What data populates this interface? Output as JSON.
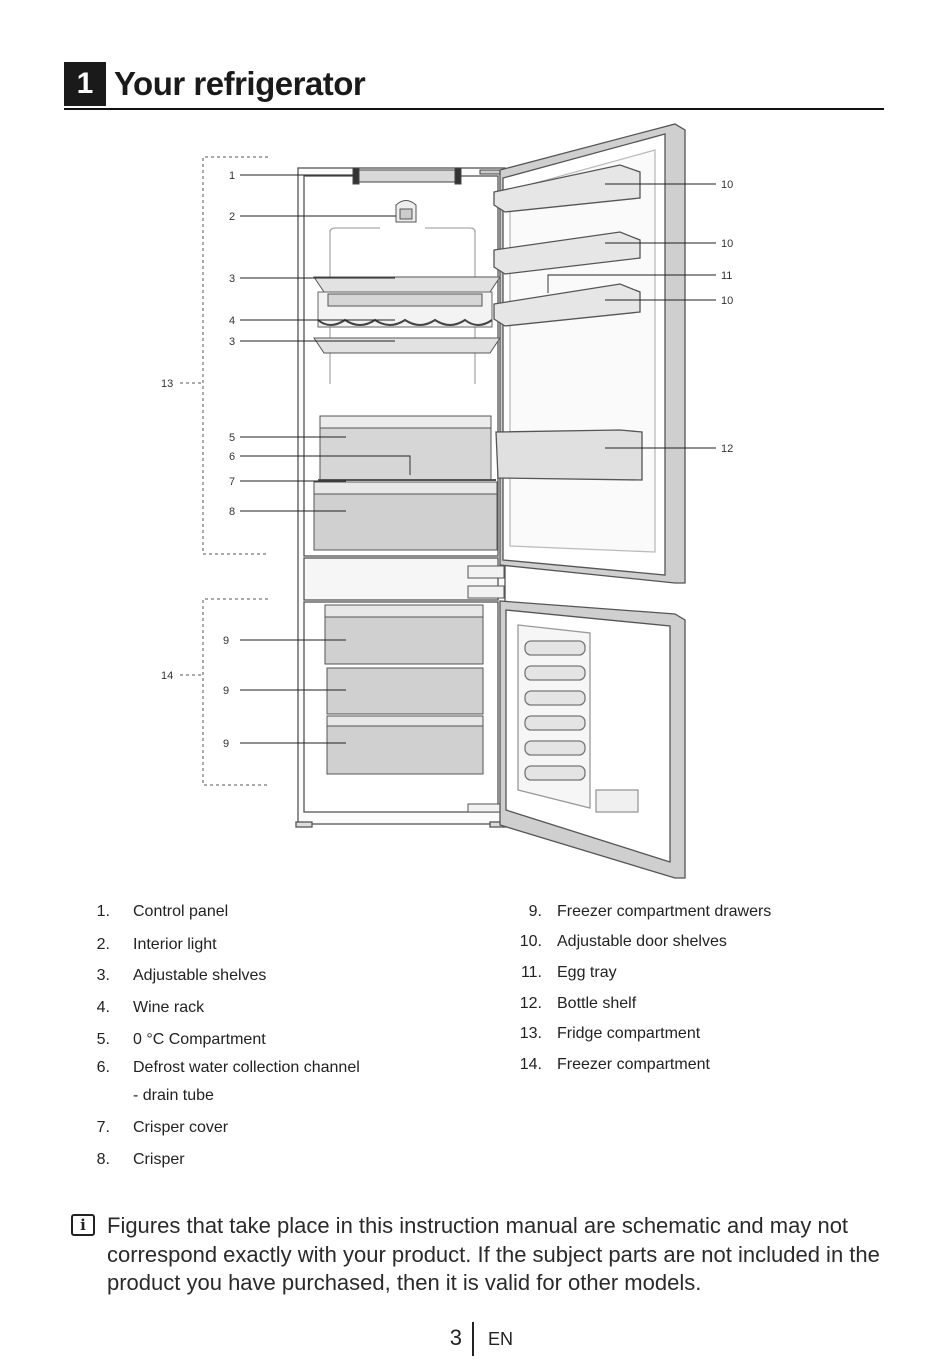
{
  "section": {
    "number": "1",
    "title": "Your refrigerator"
  },
  "diagram_labels": [
    "1",
    "2",
    "3",
    "4",
    "3",
    "5",
    "6",
    "7",
    "8",
    "9",
    "9",
    "9",
    "10",
    "10",
    "11",
    "10",
    "12",
    "13",
    "14"
  ],
  "parts_left": [
    {
      "num": "1.",
      "text": "Control panel"
    },
    {
      "num": "2.",
      "text": "Interior light"
    },
    {
      "num": "3.",
      "text": "Adjustable shelves"
    },
    {
      "num": "4.",
      "text": "Wine rack"
    },
    {
      "num": "5.",
      "text": "0 °C Compartment"
    },
    {
      "num": "6.",
      "text": "Defrost water collection channel"
    },
    {
      "num": "",
      "text": "- drain tube"
    },
    {
      "num": "7.",
      "text": "Crisper cover"
    },
    {
      "num": "8.",
      "text": "Crisper"
    }
  ],
  "parts_right": [
    {
      "num": "9.",
      "text": "Freezer compartment drawers"
    },
    {
      "num": "10.",
      "text": "Adjustable door shelves"
    },
    {
      "num": "11.",
      "text": "Egg tray"
    },
    {
      "num": "12.",
      "text": "Bottle shelf"
    },
    {
      "num": "13.",
      "text": "Fridge compartment"
    },
    {
      "num": "14.",
      "text": "Freezer compartment"
    }
  ],
  "note": {
    "icon": "info-icon",
    "text": "Figures that take place in this instruction manual are schematic and may not correspond exactly with your product. If the subject parts are not included in the product you have purchased, then it is valid for other models."
  },
  "footer": {
    "page": "3",
    "lang": "EN"
  }
}
